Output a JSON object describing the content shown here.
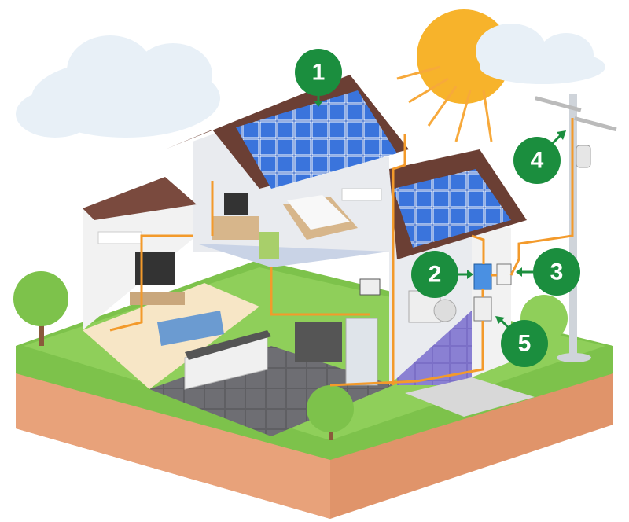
{
  "callouts": [
    {
      "label": "1",
      "meaning": "solar-panels"
    },
    {
      "label": "2",
      "meaning": "inverter"
    },
    {
      "label": "3",
      "meaning": "meter"
    },
    {
      "label": "4",
      "meaning": "utility-grid"
    },
    {
      "label": "5",
      "meaning": "breaker-panel"
    }
  ],
  "colors": {
    "callout": "#1b8e3e",
    "wire": "#f39a2b",
    "panel": "#2f62c7",
    "roof": "#6b3f34",
    "grass": "#7dc24b",
    "soil": "#e0946a",
    "sun": "#f7b32b",
    "cloud": "#e8f0f7"
  }
}
